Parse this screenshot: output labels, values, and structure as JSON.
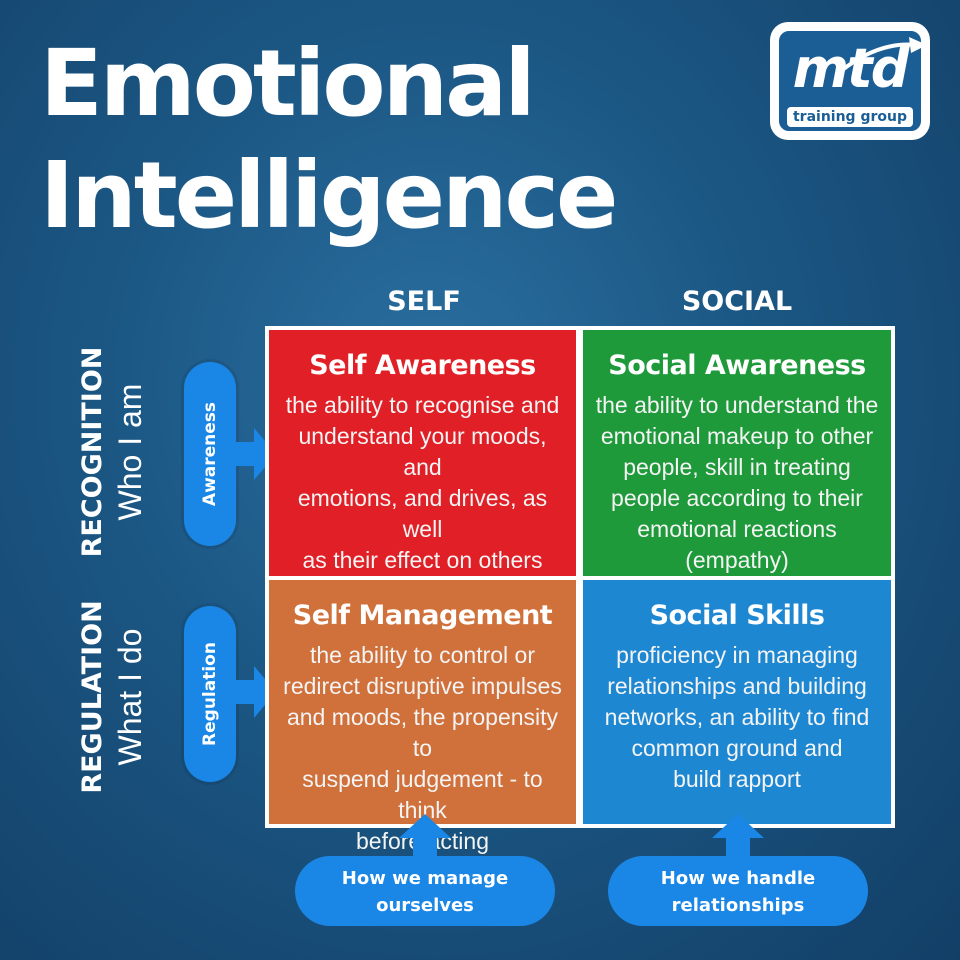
{
  "title": {
    "line1": "Emotional",
    "line2": "Intelligence"
  },
  "logo": {
    "mark": "mtd",
    "sub": "training group"
  },
  "columns": {
    "self": "SELF",
    "social": "SOCIAL"
  },
  "rows": {
    "recognition": {
      "label": "RECOGNITION",
      "sub": "Who I am",
      "pill": "Awareness"
    },
    "regulation": {
      "label": "REGULATION",
      "sub": "What I do",
      "pill": "Regulation"
    }
  },
  "quadrants": {
    "self_awareness": {
      "title": "Self Awareness",
      "line1": "the ability to recognise and",
      "line2": "understand your moods, and",
      "line3": "emotions, and drives, as well",
      "line4": "as their effect on others"
    },
    "social_awareness": {
      "title": "Social Awareness",
      "line1": "the ability to understand the",
      "line2": "emotional makeup to other",
      "line3": "people, skill in treating",
      "line4": "people according to their",
      "line5": "emotional reactions (empathy)"
    },
    "self_management": {
      "title": "Self Management",
      "line1": "the ability to control or",
      "line2": "redirect disruptive impulses",
      "line3": "and moods, the propensity to",
      "line4": "suspend judgement - to think",
      "line5": "before acting"
    },
    "social_skills": {
      "title": "Social Skills",
      "line1": "proficiency in managing",
      "line2": "relationships and building",
      "line3": "networks, an ability to find",
      "line4": "common ground and",
      "line5": "build rapport"
    }
  },
  "bottom": {
    "self": {
      "line1": "How we manage",
      "line2": "ourselves"
    },
    "social": {
      "line1": "How we handle",
      "line2": "relationships"
    }
  },
  "colors": {
    "self_awareness": "#e01f26",
    "social_awareness": "#1e9a3a",
    "self_management": "#d0703a",
    "social_skills": "#1e87d2",
    "pill": "#1a86e6"
  }
}
